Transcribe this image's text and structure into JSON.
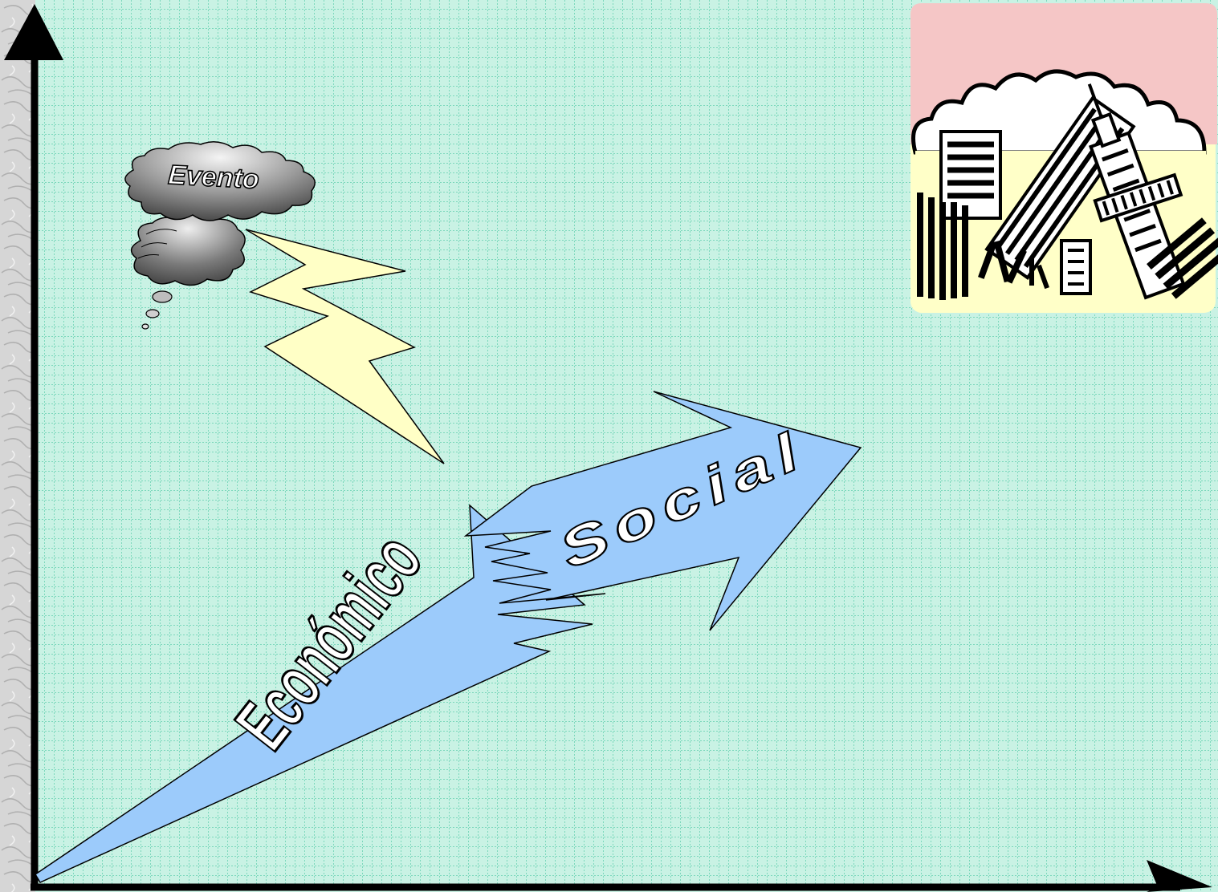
{
  "labels": {
    "cloud": "Evento",
    "arrow_economic": "Económico",
    "arrow_social": "Social"
  },
  "colors": {
    "grid_background": "#c9f2e4",
    "grid_lines": "#2fbf95",
    "arrow_fill": "#9ccbfb",
    "lightning_fill": "#ffffc6",
    "cloud_dark": "#4a4a4a",
    "cloud_light": "#e8e8e8",
    "clipart_sky": "#f5c6c6",
    "clipart_ground": "#ffffc8",
    "frame_texture": "#d9d9d9",
    "axis": "#000000"
  },
  "icons": {
    "axes": "axes-icon",
    "cloud": "thought-cloud-icon",
    "lightning": "lightning-bolt-icon",
    "arrows": "split-arrow-icon",
    "city": "falling-city-clipart-icon"
  }
}
